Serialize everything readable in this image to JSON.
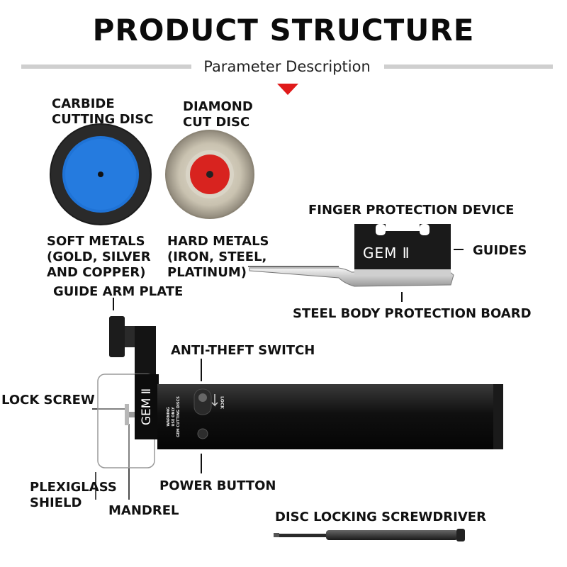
{
  "header": {
    "title": "PRODUCT STRUCTURE",
    "subtitle": "Parameter Description"
  },
  "discs": {
    "carbide": {
      "name_line1": "CARBIDE",
      "name_line2": "CUTTING DISC",
      "use_line1": "SOFT METALS",
      "use_line2": "(GOLD, SILVER",
      "use_line3": "AND COPPER)"
    },
    "diamond": {
      "name_line1": "DIAMOND",
      "name_line2": "CUT DISC",
      "use_line1": "HARD METALS",
      "use_line2": "(IRON, STEEL,",
      "use_line3": "PLATINUM)"
    }
  },
  "guard": {
    "title": "FINGER PROTECTION DEVICE",
    "brand": "GEM Ⅱ",
    "guides_label": "GUIDES",
    "board_label": "STEEL BODY PROTECTION BOARD"
  },
  "tool": {
    "guide_arm_plate": "GUIDE ARM PLATE",
    "anti_theft_switch": "ANTI-THEFT SWITCH",
    "lock_screw": "LOCK SCREW",
    "plexiglass_line1": "PLEXIGLASS",
    "plexiglass_line2": "SHIELD",
    "mandrel": "MANDREL",
    "power_button": "POWER BUTTON",
    "brand_vertical": "GEM Ⅱ",
    "warning_line1": "WARNING",
    "warning_line2": "USE ONLY",
    "warning_line3": "GEM CUTTING DISCS",
    "lock_text": "LOCK"
  },
  "screwdriver": {
    "label": "DISC LOCKING SCREWDRIVER"
  },
  "colors": {
    "accent_red": "#e01a1a",
    "carbide_blue": "#1f73d6",
    "diamond_red": "#d8231f",
    "tool_black": "#141414"
  }
}
